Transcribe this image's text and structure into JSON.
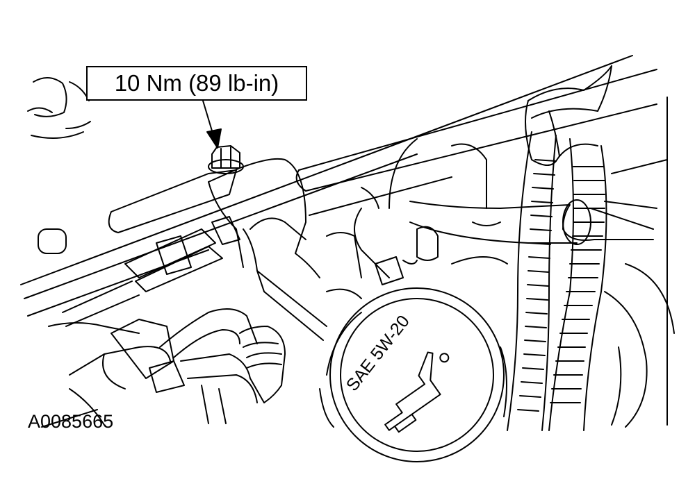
{
  "callout": {
    "torque_spec": "10 Nm (89 lb-in)"
  },
  "oil_cap": {
    "text": "SAE 5W-20"
  },
  "figure": {
    "id": "A0085665"
  },
  "colors": {
    "line": "#000000",
    "background": "#ffffff"
  },
  "icons": [
    "oil-can-icon",
    "arrow-down-icon"
  ]
}
